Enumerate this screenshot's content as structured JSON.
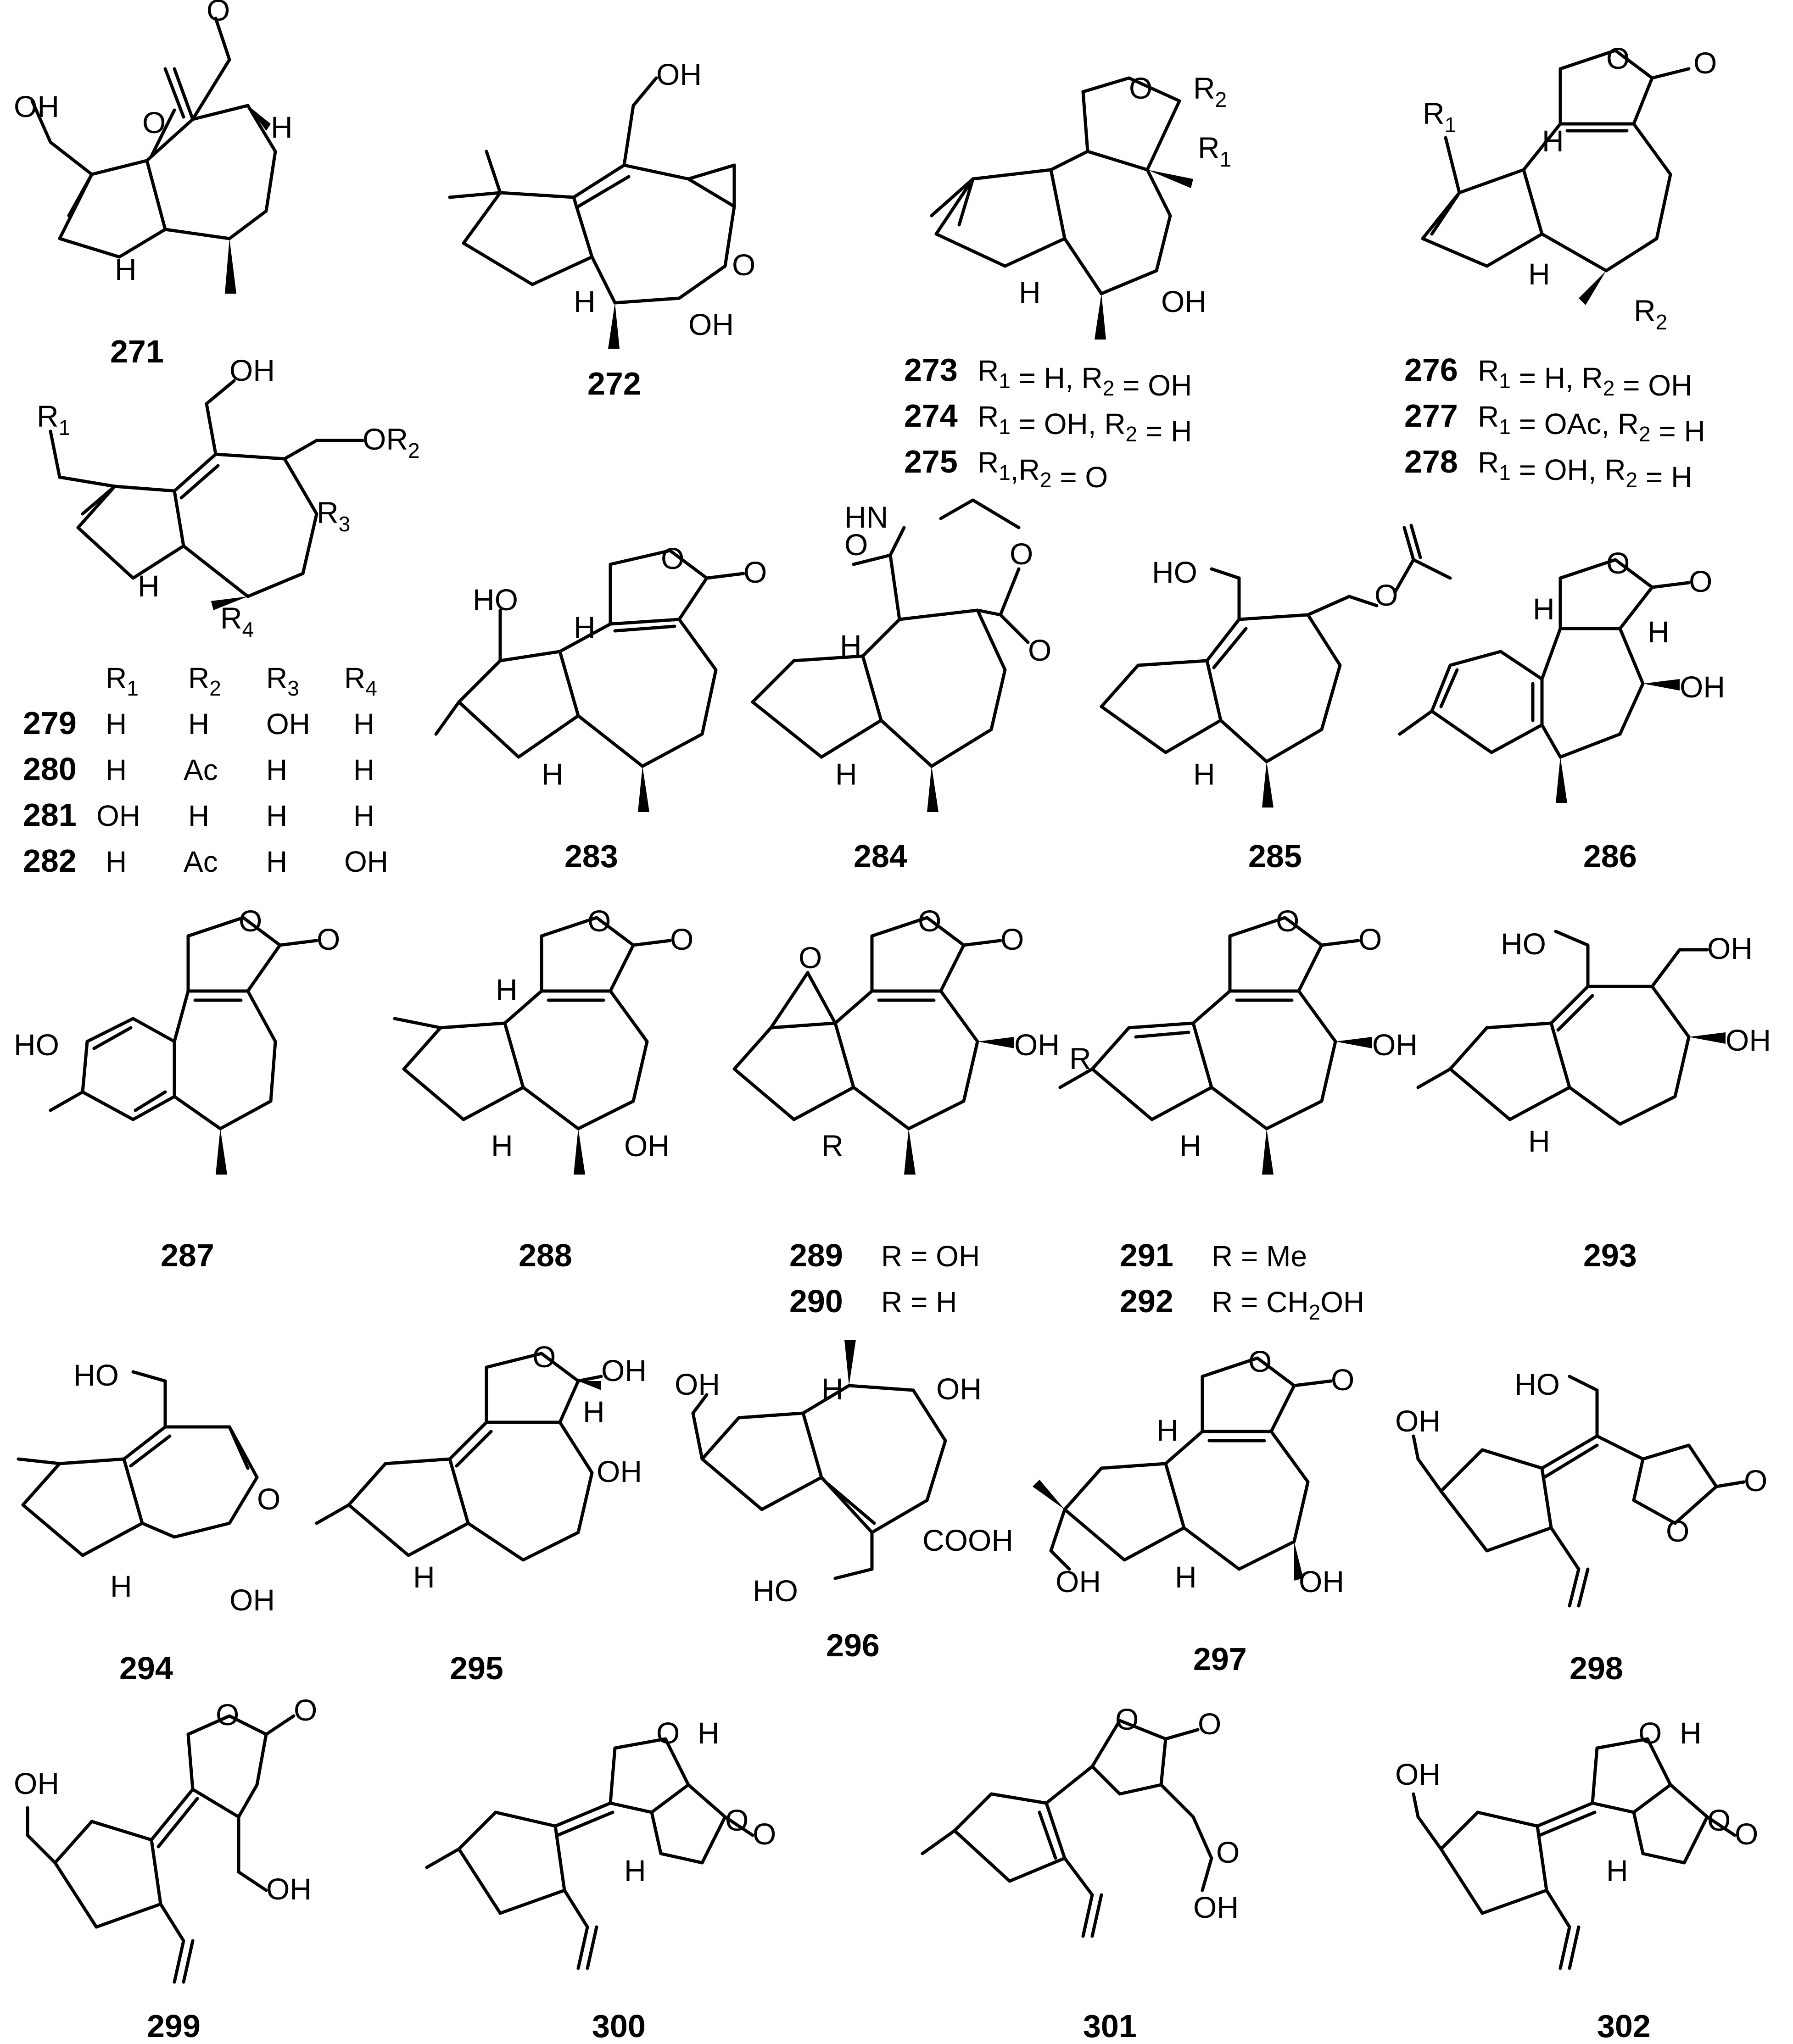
{
  "figure": {
    "title": "",
    "compounds": [
      {
        "id": "271"
      },
      {
        "id": "272"
      },
      {
        "id": "273"
      },
      {
        "id": "274"
      },
      {
        "id": "275"
      },
      {
        "id": "276"
      },
      {
        "id": "277"
      },
      {
        "id": "278"
      },
      {
        "id": "279"
      },
      {
        "id": "280"
      },
      {
        "id": "281"
      },
      {
        "id": "282"
      },
      {
        "id": "283"
      },
      {
        "id": "284"
      },
      {
        "id": "285"
      },
      {
        "id": "286"
      },
      {
        "id": "287"
      },
      {
        "id": "288"
      },
      {
        "id": "289"
      },
      {
        "id": "290"
      },
      {
        "id": "291"
      },
      {
        "id": "292"
      },
      {
        "id": "293"
      },
      {
        "id": "294"
      },
      {
        "id": "295"
      },
      {
        "id": "296"
      },
      {
        "id": "297"
      },
      {
        "id": "298"
      },
      {
        "id": "299"
      },
      {
        "id": "300"
      },
      {
        "id": "301"
      },
      {
        "id": "302"
      }
    ],
    "substituent_notes": {
      "n273": "R1 = H,  R2 = OH",
      "n274": "R1 = OH,  R2 = H",
      "n275": "R1,R2 = O",
      "n276": "R1 = H,  R2 = OH",
      "n277": "R1 = OAc,  R2 = H",
      "n278": "R1 = OH,  R2 = H",
      "n289": "R = OH",
      "n290": "R = H",
      "n291": "R = Me",
      "n292": "R = CH2OH"
    },
    "table_279_282": {
      "headers": [
        "R1",
        "R2",
        "R3",
        "R4"
      ],
      "rows": [
        {
          "id": "279",
          "cells": [
            "H",
            "H",
            "OH",
            "H"
          ]
        },
        {
          "id": "280",
          "cells": [
            "H",
            "Ac",
            "H",
            "H"
          ]
        },
        {
          "id": "281",
          "cells": [
            "OH",
            "H",
            "H",
            "H"
          ]
        },
        {
          "id": "282",
          "cells": [
            "H",
            "Ac",
            "H",
            "OH"
          ]
        }
      ]
    },
    "atom_labels": [
      "OH",
      "O",
      "H",
      "R1",
      "R2",
      "R3",
      "R4",
      "OR2",
      "HN",
      "COOH",
      "R"
    ]
  }
}
